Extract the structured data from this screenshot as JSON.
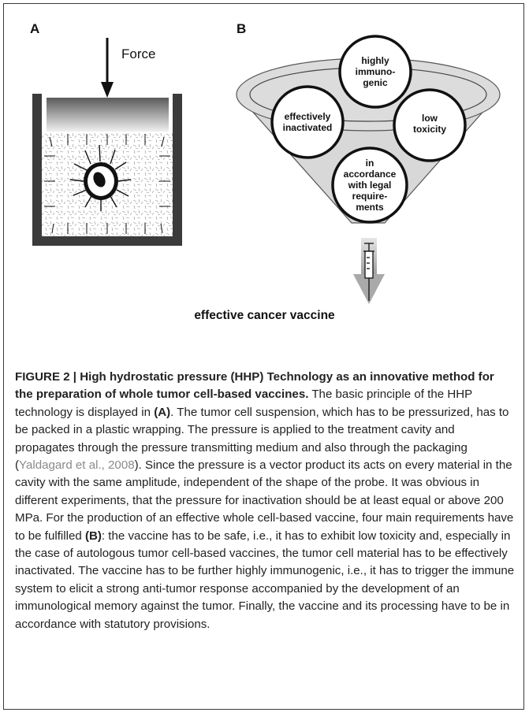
{
  "panel_a": {
    "label": "A",
    "force_label": "Force"
  },
  "panel_b": {
    "label": "B",
    "circles": [
      {
        "text": "highly immuno- genic",
        "lines": [
          "highly",
          "immuno-",
          "genic"
        ]
      },
      {
        "text": "effectively inactivated",
        "lines": [
          "effectively",
          "inactivated"
        ]
      },
      {
        "text": "low toxicity",
        "lines": [
          "low",
          "toxicity"
        ]
      },
      {
        "text": "in accordance with legal require- ments",
        "lines": [
          "in",
          "accordance",
          "with legal",
          "require-",
          "ments"
        ]
      }
    ],
    "output_label": "effective cancer vaccine"
  },
  "caption": {
    "figure_title": "FIGURE 2 | High hydrostatic pressure (HHP) Technology as an innovative method for the preparation of whole tumor cell-based vaccines.",
    "part1": "The basic principle of the HHP technology is displayed in",
    "ref_a": "(A)",
    "part2": ". The tumor cell suspension, which has to be pressurized, has to be packed in a plastic wrapping. The pressure is applied to the treatment cavity and propagates through the pressure transmitting medium and also through the packaging (",
    "citation": "Yaldagard et al., 2008",
    "part3": "). Since the pressure is a vector product its acts on every material in the cavity with the same amplitude, independent of the shape of the probe. It was obvious in different experiments, that the pressure for inactivation should be at least equal or above 200 MPa. For the production of an effective whole cell-based vaccine, four main requirements have to be fulfilled",
    "ref_b": "(B)",
    "part4": ": the vaccine has to be safe, i.e., it has to exhibit low toxicity and, especially in the case of autologous tumor cell-based vaccines, the tumor cell material has to be effectively inactivated. The vaccine has to be further highly immunogenic, i.e., it has to trigger the immune system to elicit a strong anti-tumor response accompanied by the development of an immunological memory against the tumor. Finally, the vaccine and its processing have to be in accordance with statutory provisions."
  },
  "colors": {
    "frame": "#3a3a3a",
    "container_wall": "#3b3b3b",
    "piston_dark": "#5a5a5a",
    "piston_light": "#f0f0f0",
    "funnel_fill": "#dcdcdc",
    "arrow_gray": "#a9a9a9"
  }
}
